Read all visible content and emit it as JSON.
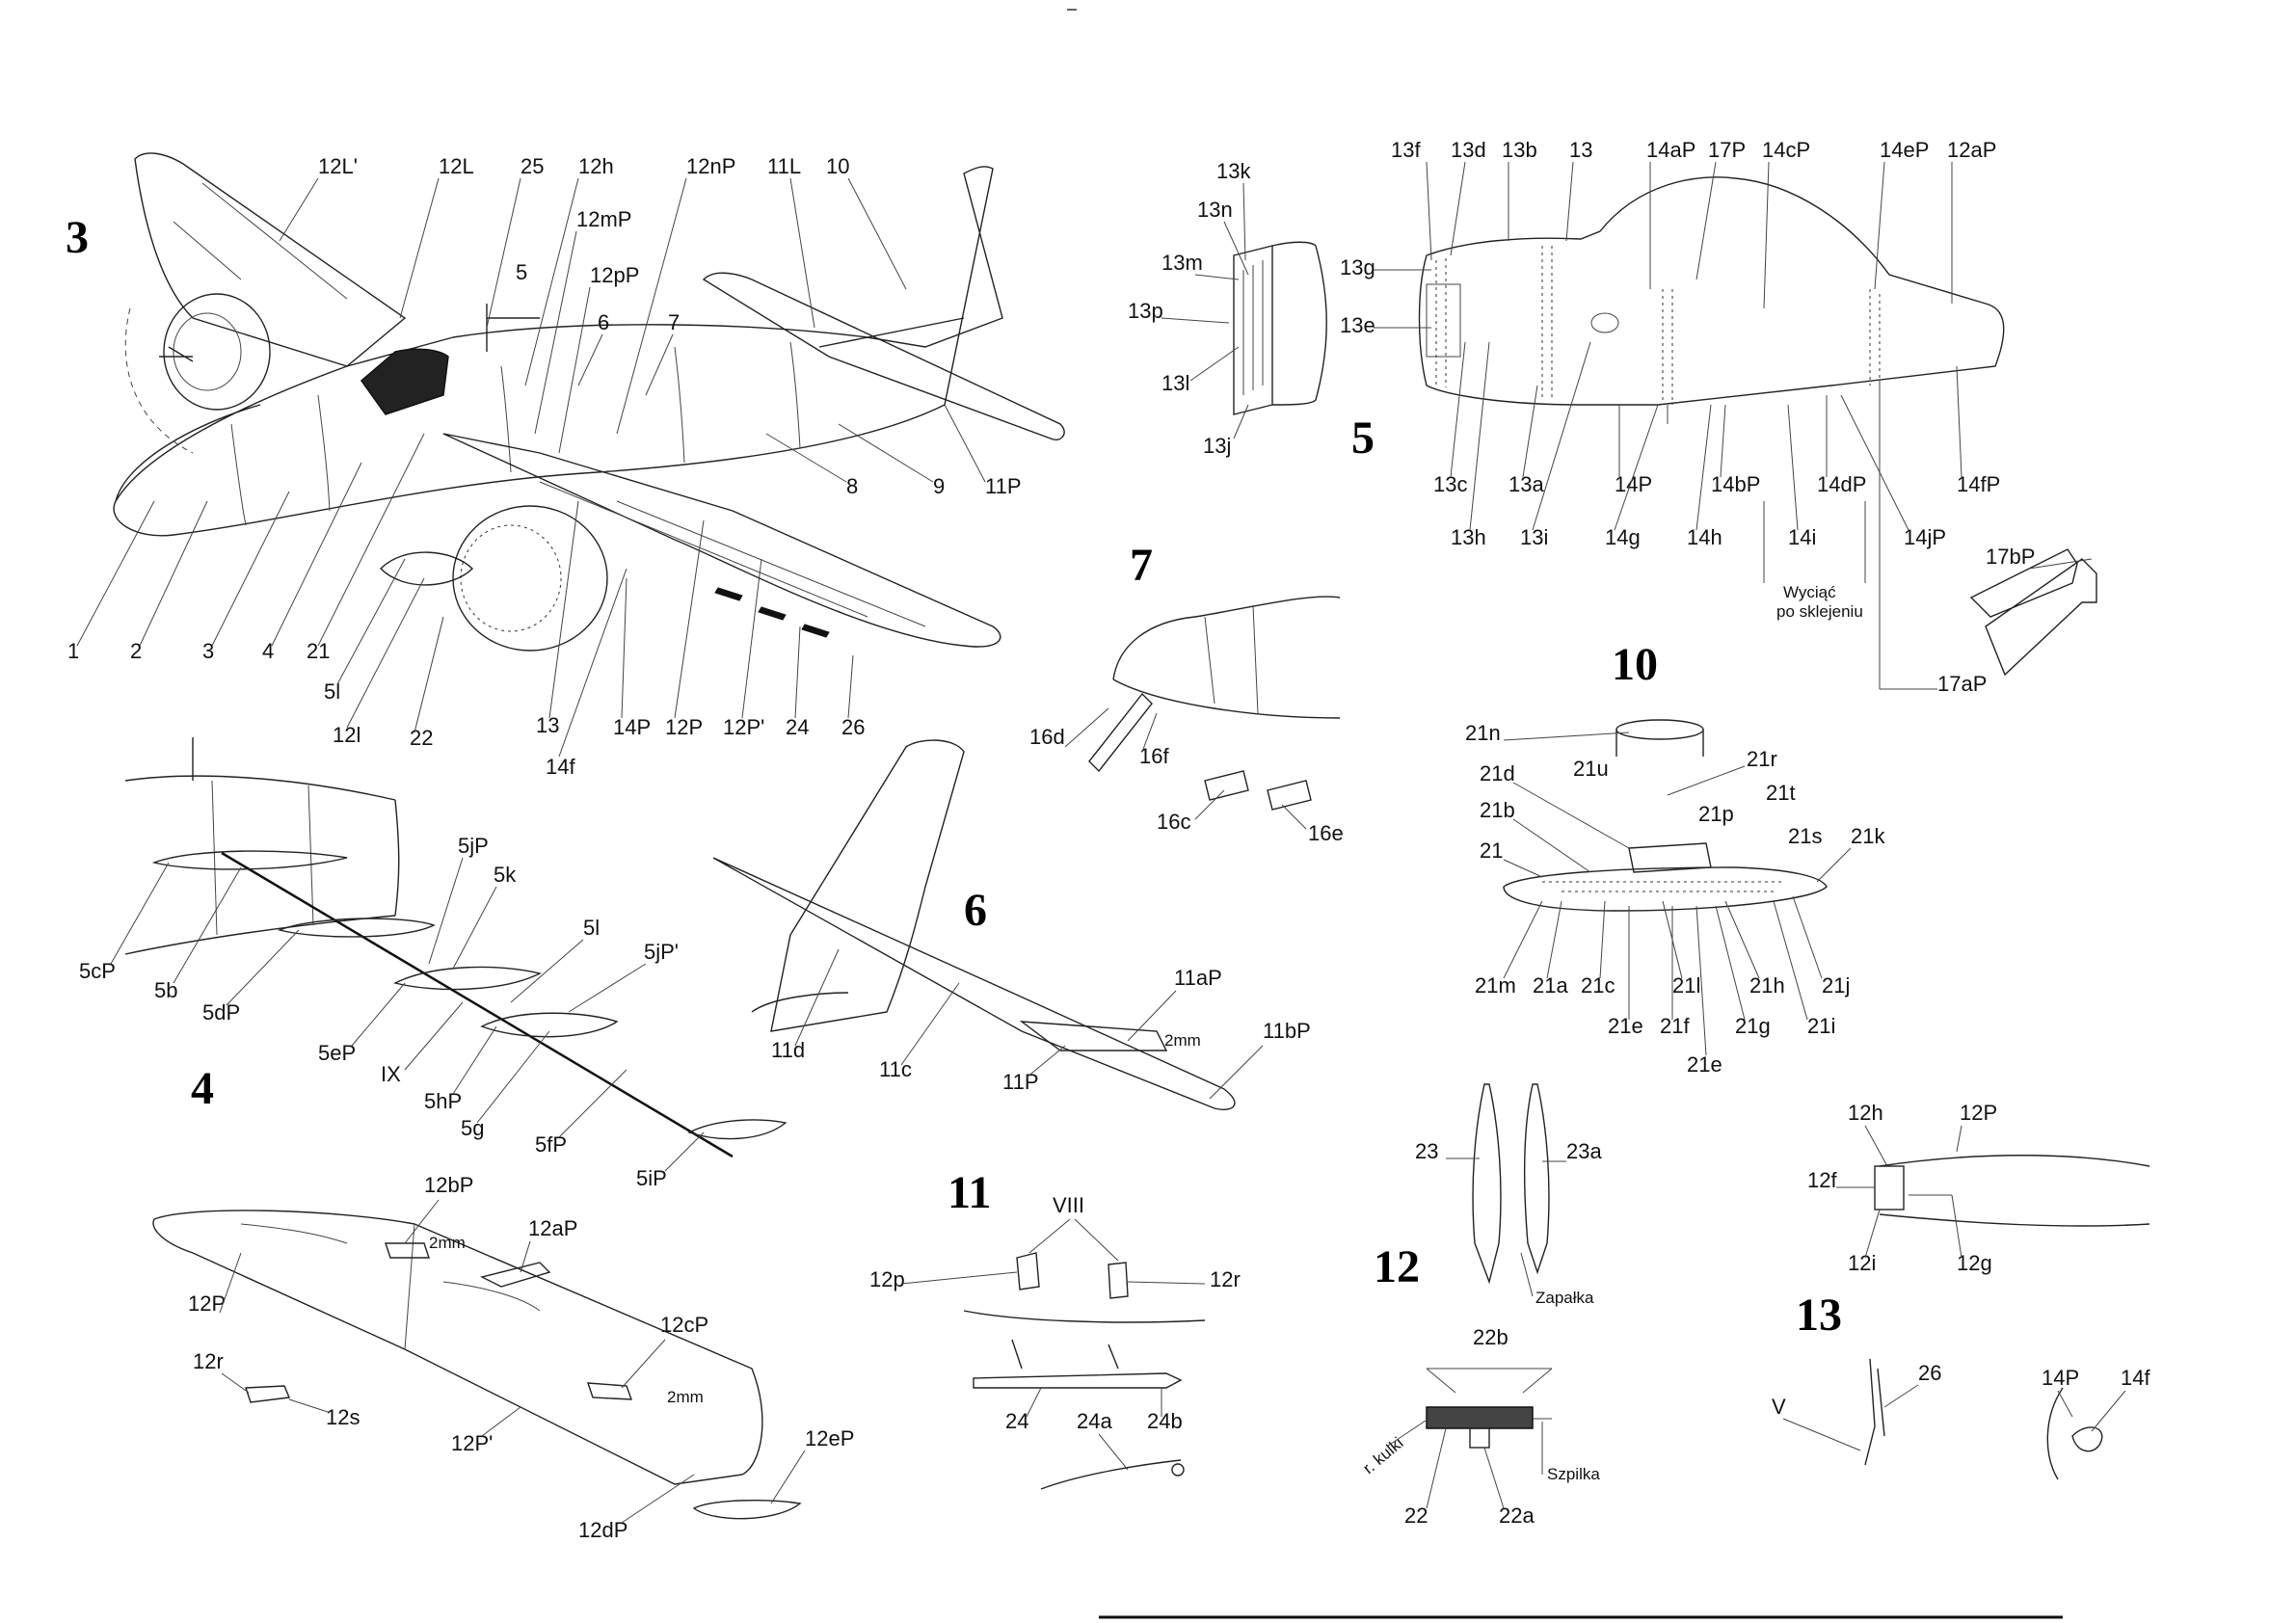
{
  "figures": {
    "f3": "3",
    "f4": "4",
    "f5": "5",
    "f6": "6",
    "f7": "7",
    "f10": "10",
    "f11": "11",
    "f12": "12",
    "f13": "13"
  },
  "labels": {
    "l_12Lp": "12L'",
    "l_12L": "12L",
    "l_25": "25",
    "l_12h": "12h",
    "l_12mP": "12mP",
    "l_12nP": "12nP",
    "l_11L": "11L",
    "l_10": "10",
    "l_5": "5",
    "l_12pP": "12pP",
    "l_6": "6",
    "l_7": "7",
    "l_8": "8",
    "l_9": "9",
    "l_11P": "11P",
    "l_1": "1",
    "l_2": "2",
    "l_3": "3",
    "l_4": "4",
    "l_21": "21",
    "l_5l": "5l",
    "l_12l": "12l",
    "l_22": "22",
    "l_13": "13",
    "l_14P": "14P",
    "l_12P": "12P",
    "l_12Pp": "12P'",
    "l_24": "24",
    "l_26": "26",
    "l_14f": "14f",
    "l_13k": "13k",
    "l_13n": "13n",
    "l_13m": "13m",
    "l_13p": "13p",
    "l_13l": "13l",
    "l_13j": "13j",
    "l_13f": "13f",
    "l_13d": "13d",
    "l_13b": "13b",
    "l_13t": "13",
    "l_14aP": "14aP",
    "l_17P": "17P",
    "l_14cP": "14cP",
    "l_14eP": "14eP",
    "l_12aP5": "12aP",
    "l_13g": "13g",
    "l_13e": "13e",
    "l_13c": "13c",
    "l_13a": "13a",
    "l_14P5": "14P",
    "l_14bP": "14bP",
    "l_14dP": "14dP",
    "l_14fP": "14fP",
    "l_13h": "13h",
    "l_13i": "13i",
    "l_14g": "14g",
    "l_14h": "14h",
    "l_14i": "14i",
    "l_14jP": "14jP",
    "l_wyciac1": "Wyciąć",
    "l_wyciac2": "po sklejeniu",
    "l_17bP": "17bP",
    "l_17aP": "17aP",
    "l_16d": "16d",
    "l_16f": "16f",
    "l_16c": "16c",
    "l_16e": "16e",
    "l_21n": "21n",
    "l_21u": "21u",
    "l_21r": "21r",
    "l_21d": "21d",
    "l_21p": "21p",
    "l_21t": "21t",
    "l_21b": "21b",
    "l_21s": "21s",
    "l_21k": "21k",
    "l_21x": "21",
    "l_21m": "21m",
    "l_21a": "21a",
    "l_21c": "21c",
    "l_21l": "21l",
    "l_21h": "21h",
    "l_21j": "21j",
    "l_21e": "21e",
    "l_21f": "21f",
    "l_21g": "21g",
    "l_21i": "21i",
    "l_21e2": "21e",
    "l_5jP": "5jP",
    "l_5k": "5k",
    "l_5lb": "5l",
    "l_5jPp": "5jP'",
    "l_5cP": "5cP",
    "l_5b": "5b",
    "l_5dP": "5dP",
    "l_5eP": "5eP",
    "l_IX": "IX",
    "l_5hP": "5hP",
    "l_5g": "5g",
    "l_5fP": "5fP",
    "l_5iP": "5iP",
    "l_11aP": "11aP",
    "l_2mm6": "2mm",
    "l_11bP": "11bP",
    "l_11d": "11d",
    "l_11c": "11c",
    "l_11P6": "11P",
    "l_12bP": "12bP",
    "l_2mmA": "2mm",
    "l_12aPw": "12aP",
    "l_12Pw": "12P",
    "l_12r": "12r",
    "l_12s": "12s",
    "l_12cP": "12cP",
    "l_2mmB": "2mm",
    "l_12Ppw": "12P'",
    "l_12eP": "12eP",
    "l_12dP": "12dP",
    "l_VIII": "VIII",
    "l_12p": "12p",
    "l_12r11": "12r",
    "l_24b11": "24",
    "l_24a": "24a",
    "l_24b": "24b",
    "l_23": "23",
    "l_23a": "23a",
    "l_zapalka": "Zapałka",
    "l_22b": "22b",
    "l_rkulki": "r. kulki",
    "l_szpilka": "Szpilka",
    "l_22x": "22",
    "l_22a": "22a",
    "l_12h13": "12h",
    "l_12P13": "12P",
    "l_12f": "12f",
    "l_12i": "12i",
    "l_12g": "12g",
    "l_V": "V",
    "l_26b": "26",
    "l_14P13": "14P",
    "l_14f13": "14f"
  },
  "colors": {
    "ink": "#111111",
    "paper": "#ffffff"
  }
}
